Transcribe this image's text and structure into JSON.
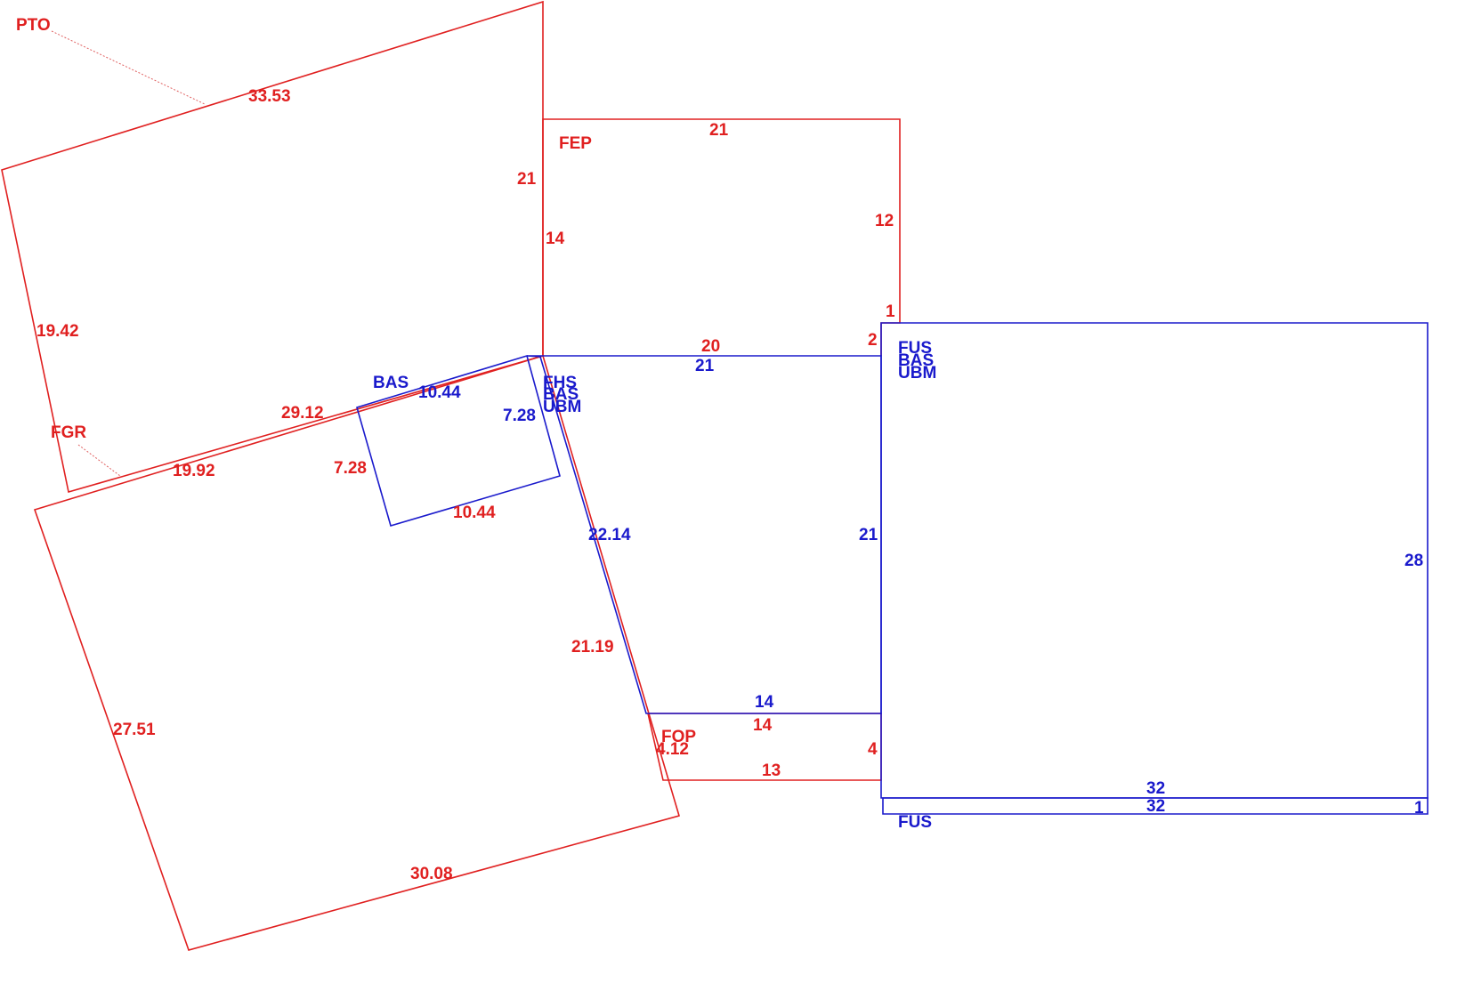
{
  "colors": {
    "red": "#e02020",
    "blue": "#1a1acc",
    "background": "#ffffff"
  },
  "area_codes": {
    "pto": "PTO",
    "fep": "FEP",
    "fgr": "FGR",
    "fop": "FOP",
    "bas_porch": "BAS",
    "fhs": "FHS",
    "bas_center": "BAS",
    "ubm_center": "UBM",
    "fus_right": "FUS",
    "bas_right": "BAS",
    "ubm_right": "UBM",
    "fus_strip": "FUS"
  },
  "dimensions": {
    "pto_top": "33.53",
    "pto_left": "19.42",
    "pto_right": "21",
    "pto_bottom": "29.12",
    "fep_top": "21",
    "fep_left": "14",
    "fep_right": "12",
    "fep_notch": "1",
    "fep_bottom": "20",
    "fep_corner": "2",
    "fgr_top": "19.92",
    "fgr_left": "27.51",
    "fgr_bottom": "30.08",
    "fgr_right": "21.19",
    "bas_top": "10.44",
    "bas_left": "7.28",
    "bas_right": "7.28",
    "bas_bottom": "10.44",
    "center_top": "21",
    "center_diag": "22.14",
    "center_right": "21",
    "center_bottom": "14",
    "fop_top": "14",
    "fop_left": "4.12",
    "fop_right": "4",
    "fop_bottom": "13",
    "right_height": "28",
    "right_bottom": "32",
    "strip_top": "32",
    "strip_right": "1"
  }
}
